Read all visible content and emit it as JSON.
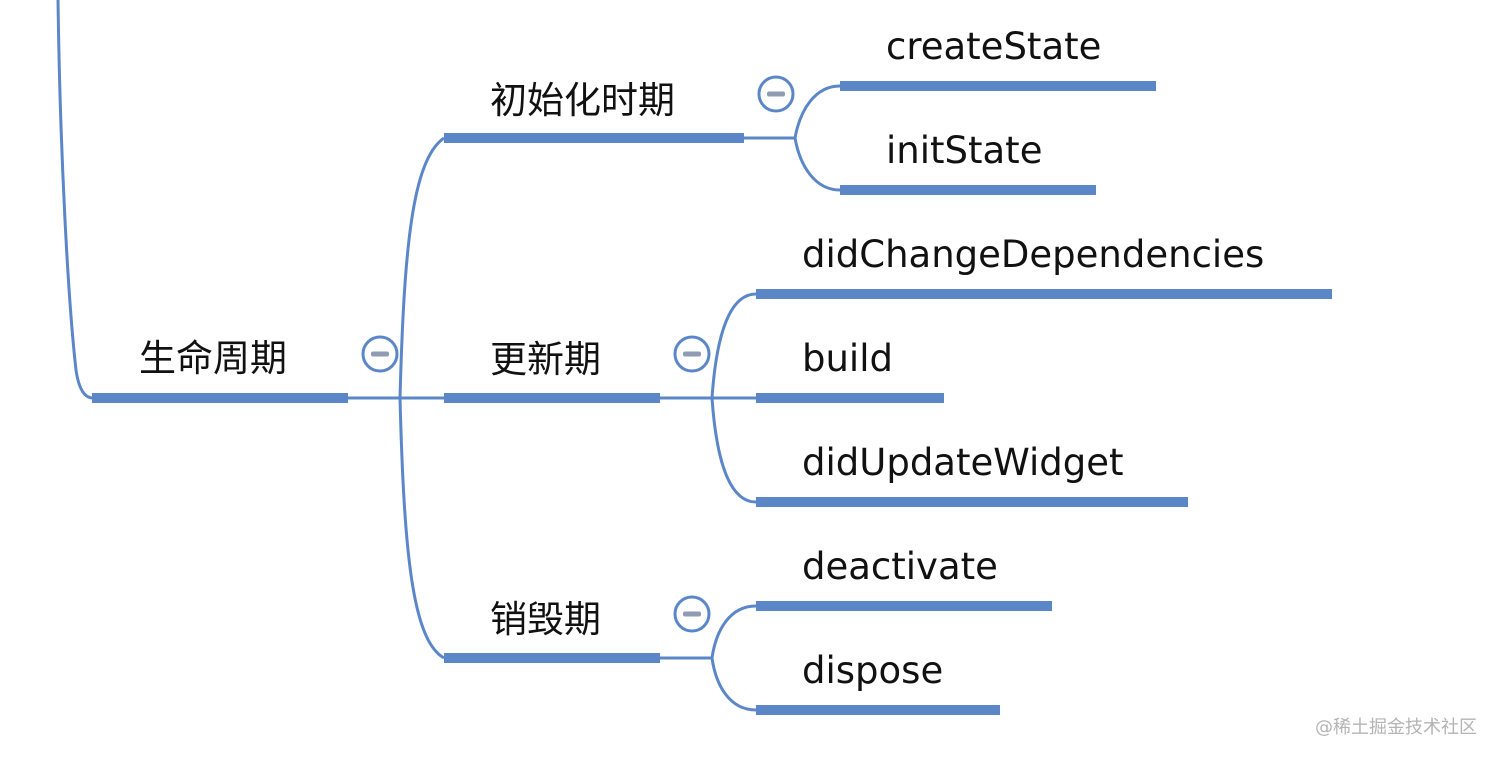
{
  "mindmap": {
    "root": {
      "label": "生命周期",
      "branches": [
        {
          "label": "初始化时期",
          "children": [
            "createState",
            "initState"
          ]
        },
        {
          "label": "更新期",
          "children": [
            "didChangeDependencies",
            "build",
            "didUpdateWidget"
          ]
        },
        {
          "label": "销毁期",
          "children": [
            "deactivate",
            "dispose"
          ]
        }
      ]
    },
    "collapse_icon": "minus-circle-icon"
  },
  "watermark": "@稀土掘金技术社区",
  "colors": {
    "line": "#5b87c9",
    "text": "#111111",
    "watermark": "#b4b4b4",
    "collapse_bar": "#8f9bb2"
  }
}
